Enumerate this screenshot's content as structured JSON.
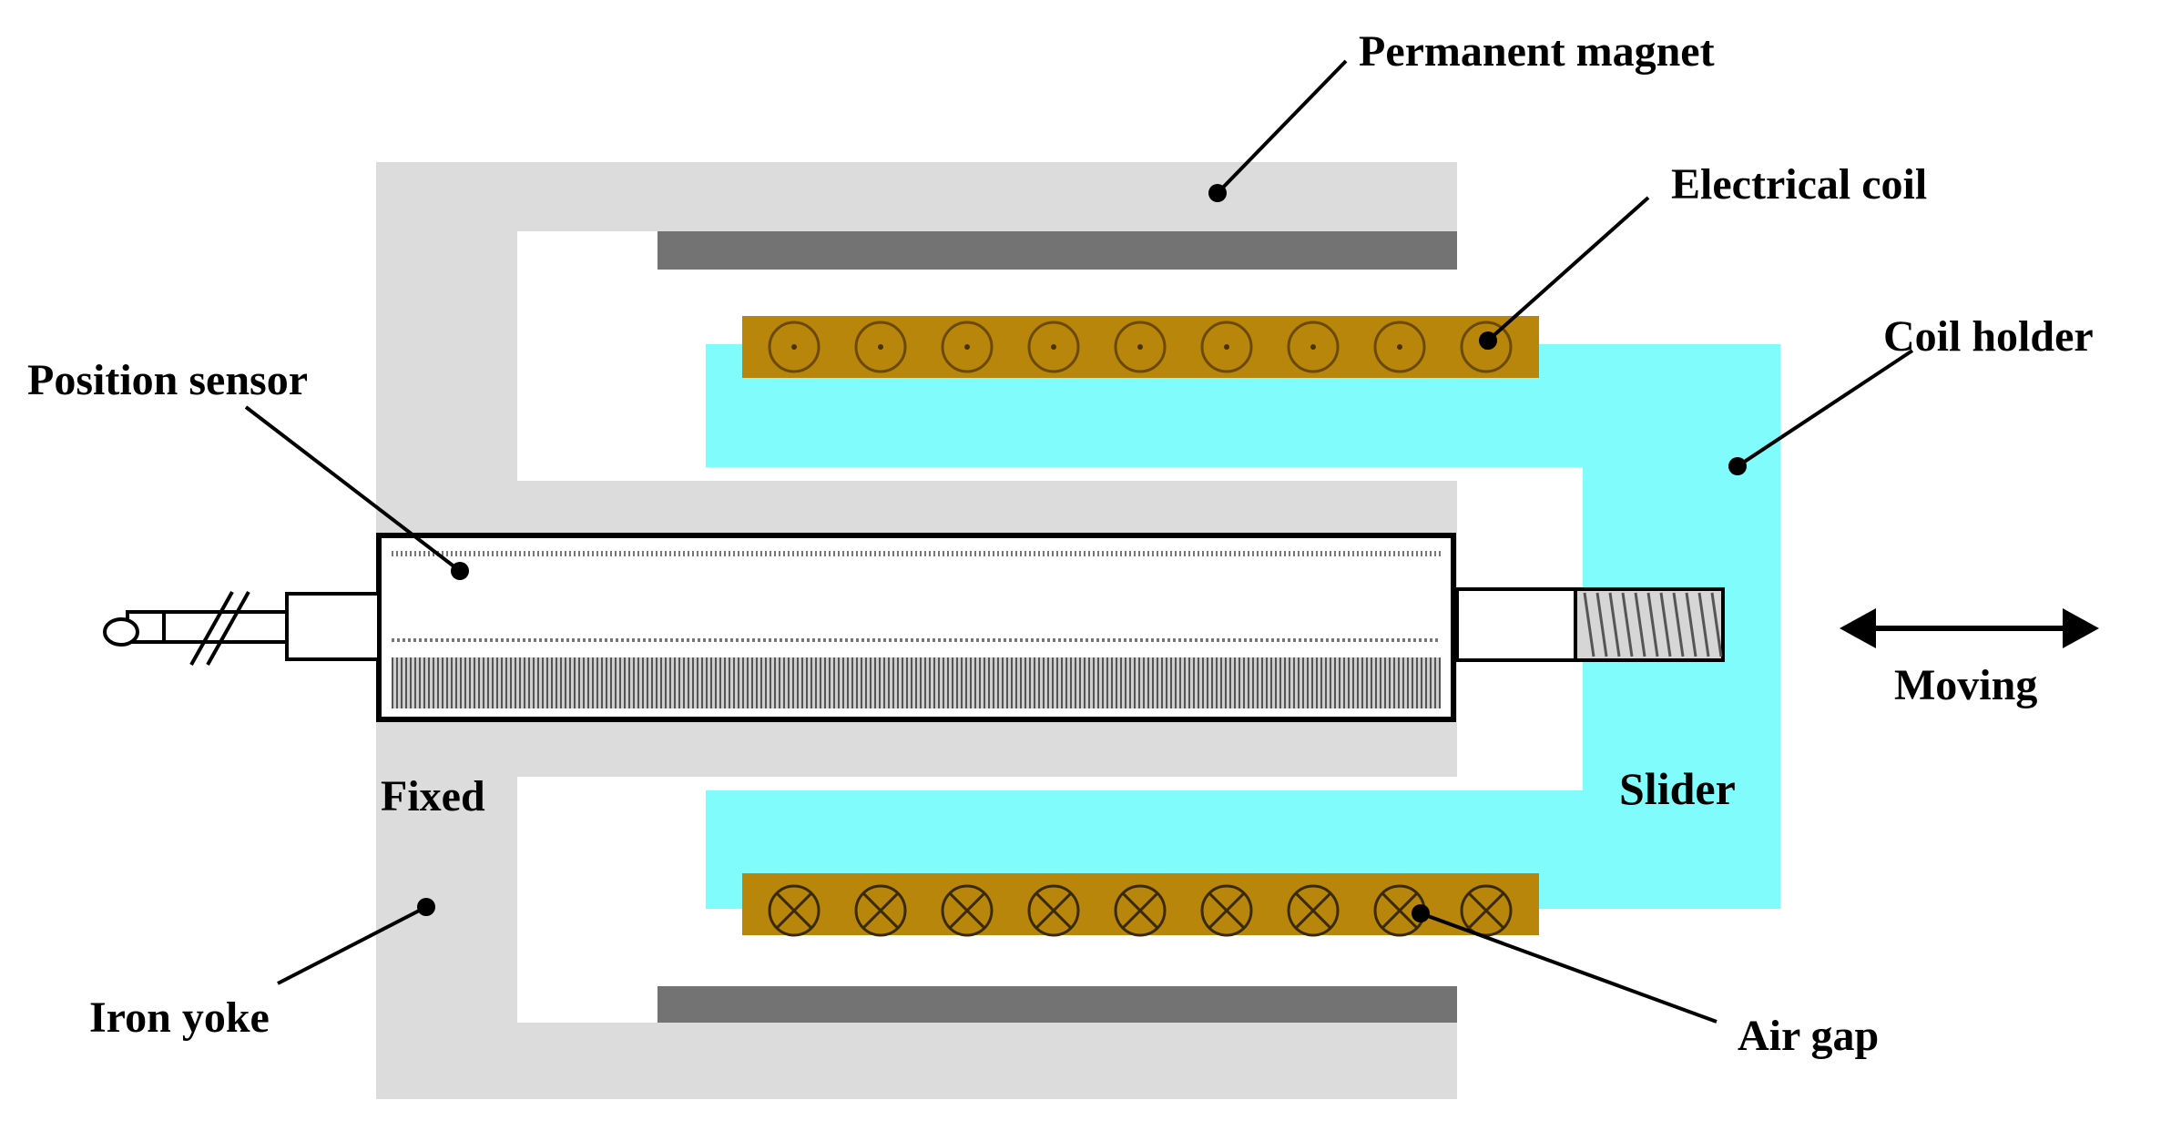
{
  "labels": {
    "permanent_magnet": "Permanent magnet",
    "electrical_coil": "Electrical coil",
    "coil_holder": "Coil holder",
    "position_sensor": "Position sensor",
    "moving": "Moving",
    "slider": "Slider",
    "fixed": "Fixed",
    "iron_yoke": "Iron yoke",
    "air_gap": "Air gap"
  },
  "coils": {
    "top_symbol": "dot",
    "bottom_symbol": "cross",
    "count_per_row": 9
  },
  "colors": {
    "yoke": "#dcdcdc",
    "magnet": "#737373",
    "coil": "#b8860b",
    "coil_holder": "#80fcfc",
    "outline": "#000000"
  }
}
